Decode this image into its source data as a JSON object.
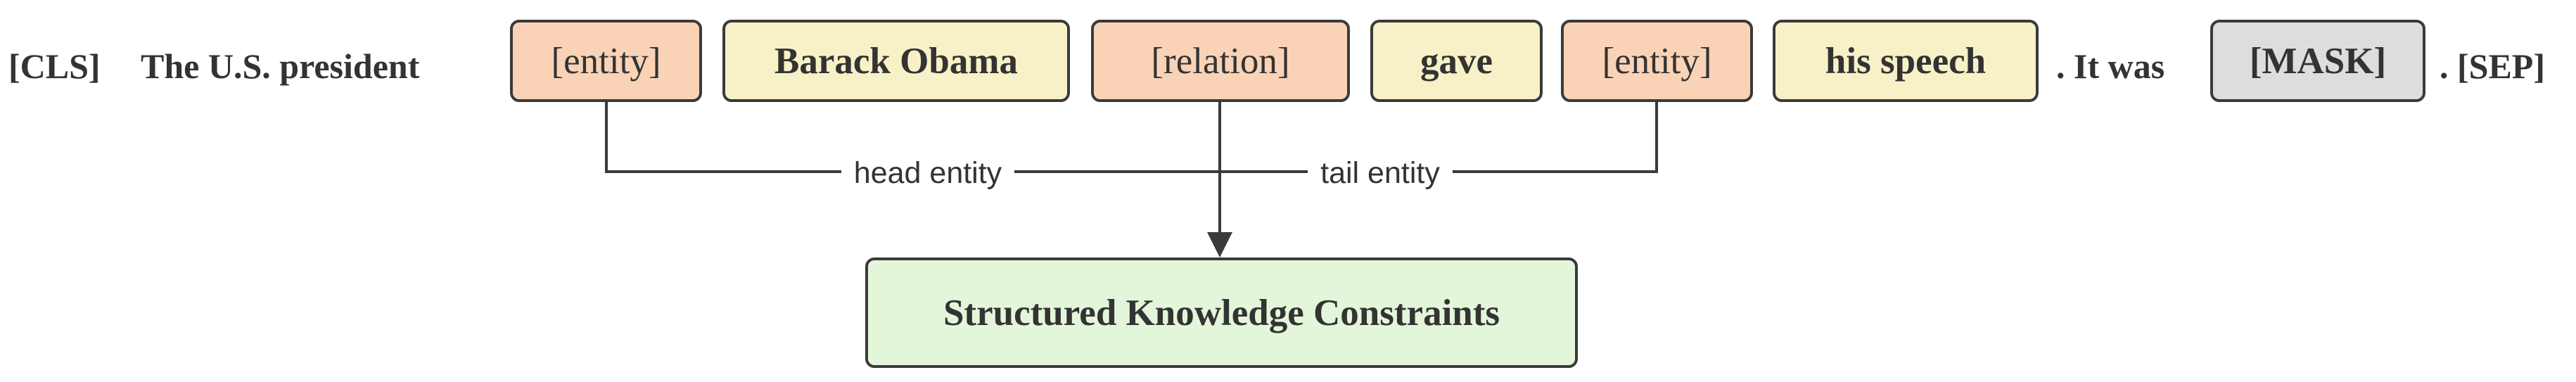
{
  "tokens": {
    "cls": "[CLS]",
    "prefix": "The U.S. president",
    "entity_1": "[entity]",
    "barack_obama": "Barack Obama",
    "relation": "[relation]",
    "gave": "gave",
    "entity_2": "[entity]",
    "his_speech": "his speech",
    "it_was": ". It was",
    "mask": "[MASK]",
    "sep": ". [SEP]"
  },
  "edges": {
    "head": "head entity",
    "tail": "tail entity"
  },
  "target": {
    "label": "Structured Knowledge Constraints"
  },
  "colors": {
    "marker_fill": "#fad3b7",
    "word_fill": "#f8f1c7",
    "mask_fill": "#dddddd",
    "target_fill": "#e4f6da",
    "stroke": "#3a3a3a",
    "text": "#333333"
  }
}
